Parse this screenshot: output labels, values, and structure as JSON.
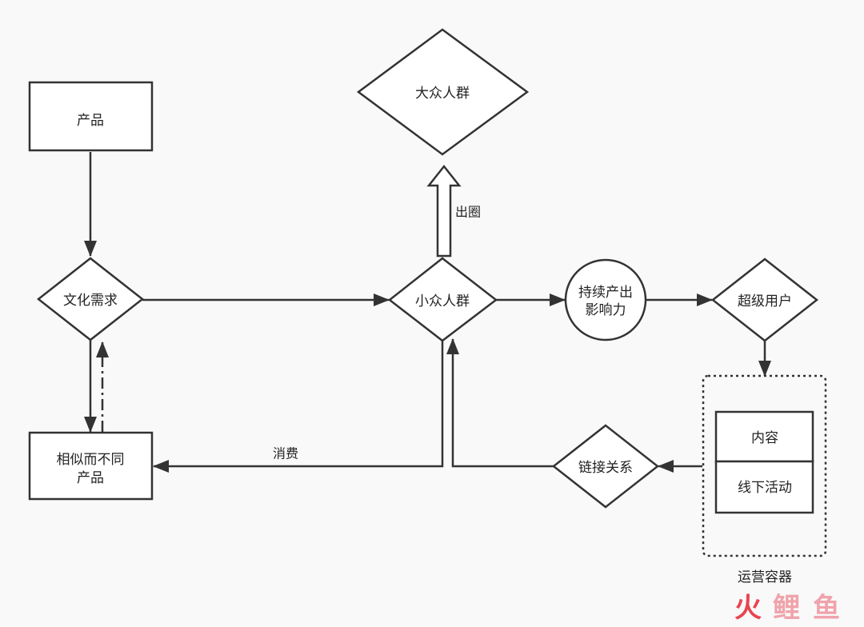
{
  "nodes": {
    "product": "产品",
    "cultural_needs": "文化需求",
    "mass_crowd": "大众人群",
    "niche_crowd": "小众人群",
    "influence_line1": "持续产出",
    "influence_line2": "影响力",
    "super_users": "超级用户",
    "similar_line1": "相似而不同",
    "similar_line2": "产品",
    "link_relation": "链接关系",
    "content": "内容",
    "offline_events": "线下活动",
    "ops_container": "运营容器"
  },
  "edges": {
    "break_circle": "出圈",
    "consume": "消费"
  },
  "watermark": {
    "char1": "火",
    "char2": "鲤",
    "char3": "鱼",
    "color_fire": "#e8454f",
    "color_carp": "#f0a3ab"
  }
}
